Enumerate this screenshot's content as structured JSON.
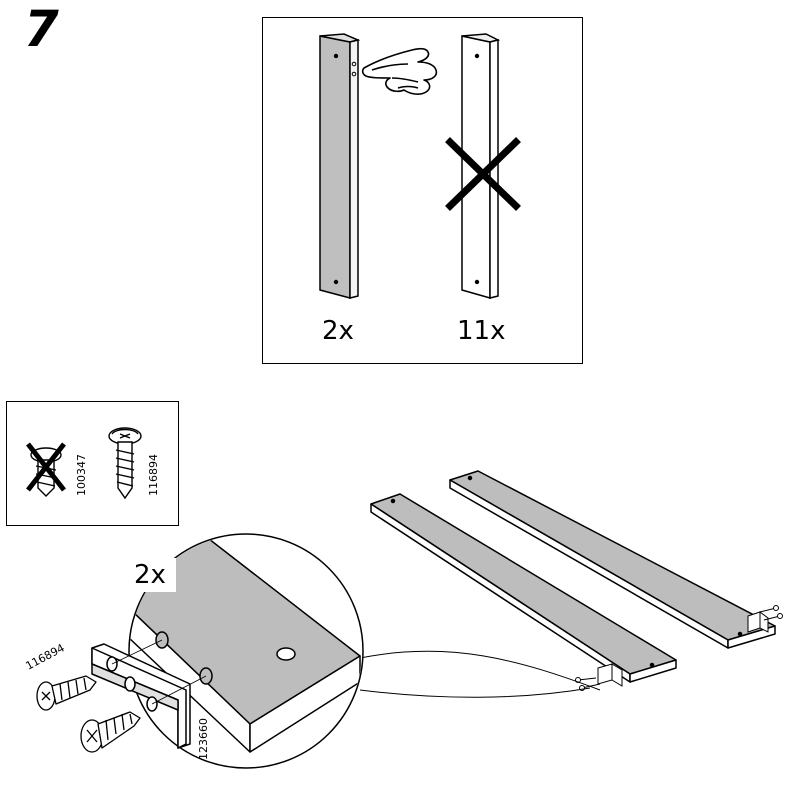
{
  "step": {
    "number": "7"
  },
  "selection_panel": {
    "left_label": "2x",
    "right_label": "11x",
    "left_icon": "pointing-hand-icon",
    "right_icon": "cross-out-icon"
  },
  "screw_panel": {
    "wrong_part": "100347",
    "right_part": "116894",
    "wrong_icon": "cross-out-icon"
  },
  "detail": {
    "quantity": "2x",
    "screw_part": "116894",
    "bracket_part": "123660"
  }
}
